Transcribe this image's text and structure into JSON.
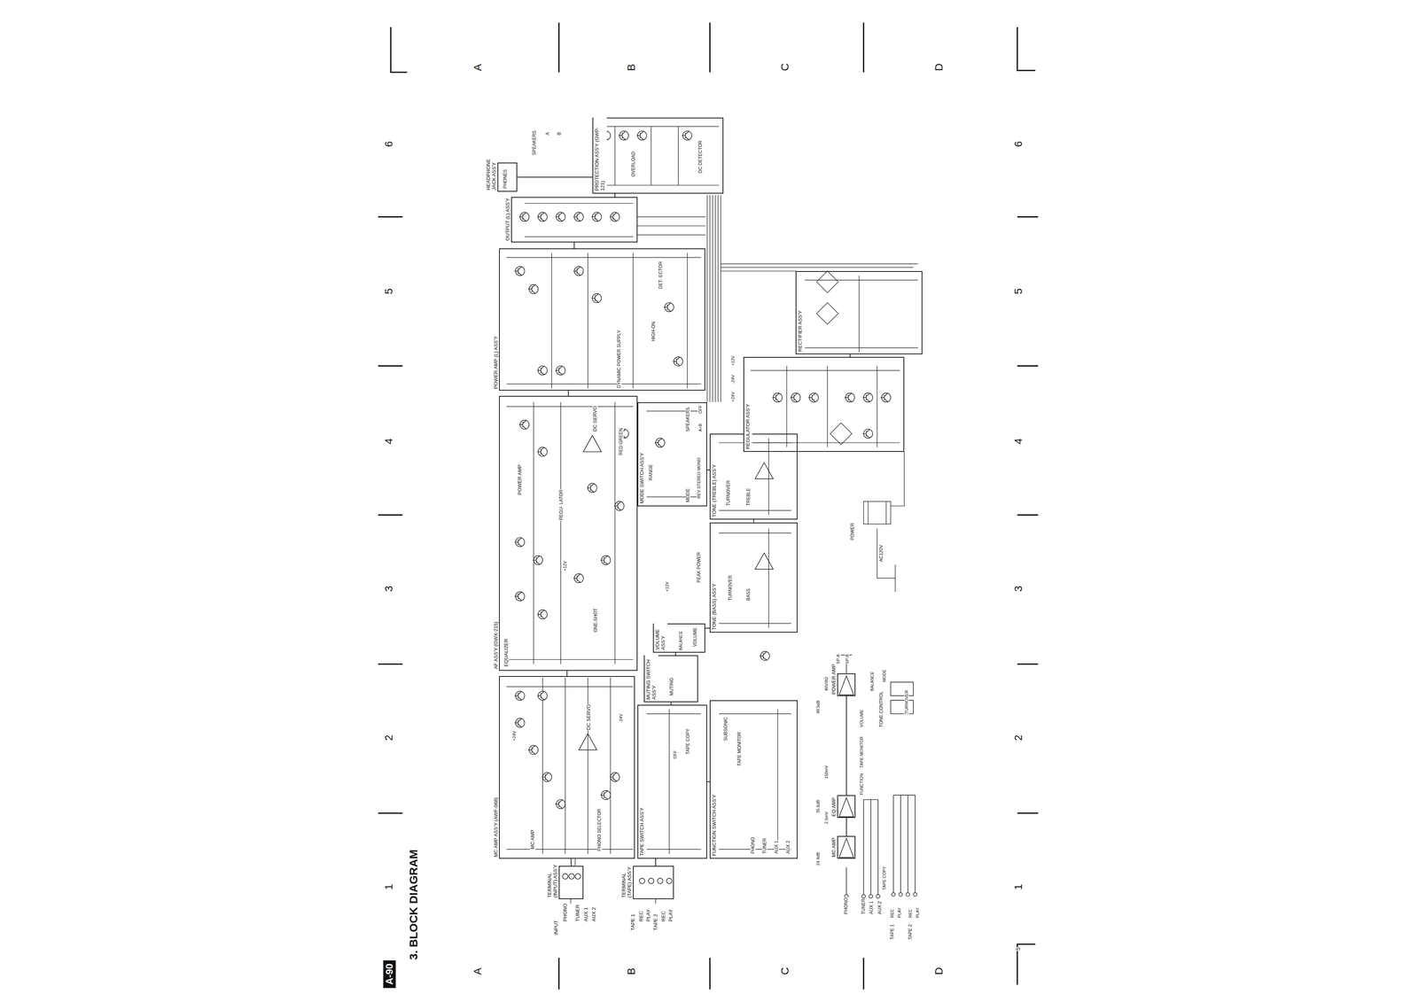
{
  "diagram": {
    "title": "3. BLOCK DIAGRAM",
    "nodes": [
      {
        "text": [
          "TERMINAL (INPUT) ASS'Y"
        ]
      },
      {
        "text": [
          "MC AMP ASS'Y (AWF-068)"
        ]
      },
      {
        "text": [
          "AF ASS'Y (GWX-215)"
        ]
      },
      {
        "text": [
          "POWER AMP (L) ASS'Y"
        ]
      },
      {
        "text": [
          "OUTPUT (L) ASS'Y"
        ]
      },
      {
        "text": [
          "PROTECTION ASS'Y (GWP-121)"
        ]
      },
      {
        "text": [
          "HEADPHONE JACK ASS'Y"
        ]
      },
      {
        "text": [
          "TERMINAL (TAPE) ASS'Y"
        ]
      },
      {
        "text": [
          "TAPE SWITCH ASS'Y"
        ]
      },
      {
        "text": [
          "MUTING SWITCH ASS'Y"
        ]
      },
      {
        "text": [
          "VOLUME ASS'Y"
        ]
      },
      {
        "text": [
          "FUNCTION SWITCH ASS'Y"
        ]
      },
      {
        "text": [
          "TONE (BASS) ASS'Y"
        ]
      },
      {
        "text": [
          "TONE (TREBLE) ASS'Y"
        ]
      },
      {
        "text": [
          "MODE SWITCH ASS'Y"
        ]
      },
      {
        "text": [
          "REGULATOR ASS'Y"
        ]
      },
      {
        "text": [
          "RECTIFIER ASS'Y"
        ]
      },
      {
        "text": [
          "MC AMP"
        ]
      },
      {
        "text": [
          "EQ AMP"
        ]
      },
      {
        "text": [
          "POWER AMP"
        ]
      }
    ],
    "edges": [
      {
        "from": 0,
        "to": 1,
        "arrow": "none"
      },
      {
        "from": 1,
        "to": 2,
        "arrow": "none"
      },
      {
        "from": 2,
        "to": 3,
        "arrow": "none"
      },
      {
        "from": 3,
        "to": 4,
        "arrow": "none"
      },
      {
        "from": 4,
        "to": 5,
        "arrow": "none"
      },
      {
        "from": 5,
        "to": 6,
        "arrow": "none"
      },
      {
        "from": 7,
        "to": 8,
        "arrow": "none"
      },
      {
        "from": 8,
        "to": 11,
        "arrow": "none"
      },
      {
        "from": 8,
        "to": 9,
        "arrow": "none"
      },
      {
        "from": 9,
        "to": 10,
        "arrow": "none"
      },
      {
        "from": 10,
        "to": 12,
        "arrow": "none"
      },
      {
        "from": 12,
        "to": 13,
        "arrow": "none"
      },
      {
        "from": 13,
        "to": 14,
        "arrow": "none"
      },
      {
        "from": 15,
        "to": 16,
        "arrow": "none"
      },
      {
        "from": 17,
        "to": 18,
        "arrow": "none"
      },
      {
        "from": 18,
        "to": 19,
        "arrow": "none"
      }
    ],
    "labels": [
      "A-90",
      "A",
      "B",
      "C",
      "D",
      "A",
      "B",
      "C",
      "D",
      "1",
      "2",
      "3",
      "4",
      "5",
      "6",
      "1",
      "2",
      "3",
      "4",
      "5",
      "6",
      "5",
      "INPUT",
      "PHONO",
      "TUNER",
      "AUX 1",
      "AUX 2",
      "TAPE 1",
      "REC",
      "PLAY",
      "TAPE 2",
      "REC",
      "PLAY",
      "MC AMP",
      "DC SERVO",
      "+24V",
      "-24V",
      "PHONO SELECTOR",
      "EQUALIZER",
      "ONE-SHOT",
      "+12V",
      "POWER AMP",
      "REGU- LATOR",
      "DC SERVO",
      "DYNAMIC POWER SUPPLY",
      "HIGH-ON",
      "DET- ECTOR",
      "PHONES",
      "SPEAKERS",
      "A",
      "B",
      "OVERLOAD",
      "DC DETECTOR",
      "RED GREEN",
      "RANGE",
      "PEAK POWER",
      "+12V",
      "MODE",
      "REV STEREO MONO",
      "SPEAKERS",
      "A+B",
      "OFF",
      "MUTING",
      "VOLUME",
      "BALANCE",
      "TAPE COPY",
      "OFF",
      "SUBSONIC",
      "TAPE MONITOR",
      "PHONO",
      "TUNER",
      "AUX 1",
      "AUX 2",
      "TURNOVER",
      "BASS",
      "TURNOVER",
      "TREBLE",
      "+24V",
      "-24V",
      "+12V",
      "POWER",
      "AC120V",
      "PHONO",
      "TUNER",
      "AUX 1",
      "AUX 2",
      "TAPE 1",
      "REC",
      "PLAY",
      "TAPE 2",
      "REC",
      "PLAY",
      "24.4dB",
      "35.6dB",
      "48.5dB",
      "2.5mV",
      "150mV",
      "40V/8Ω",
      "FUNCTION",
      "TAPE MONITOR",
      "VOLUME",
      "TONE CONTROL",
      "TURNOVER",
      "BALANCE",
      "MODE",
      "SP-A",
      "SP-B",
      "TAPE COPY"
    ]
  }
}
